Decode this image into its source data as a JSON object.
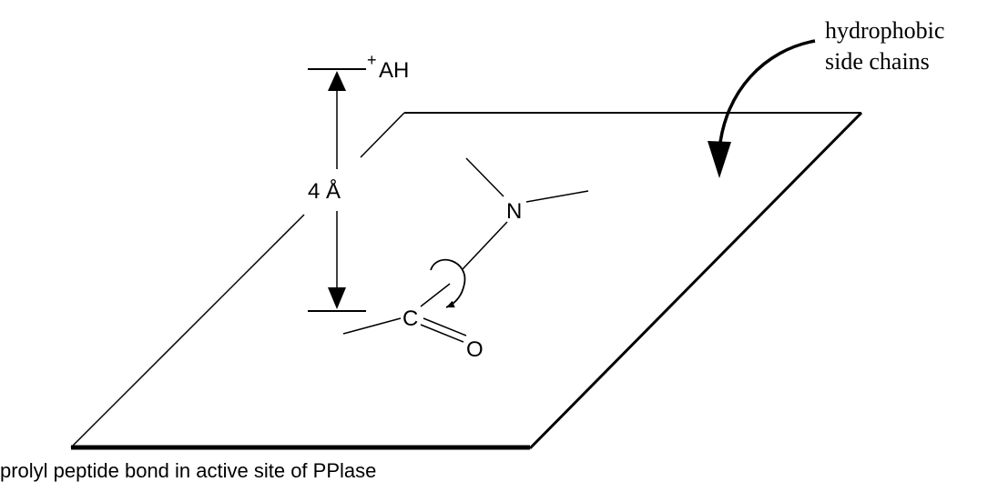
{
  "diagram": {
    "labels": {
      "acid_group": "AH",
      "acid_charge": "+",
      "distance": "4 Å",
      "nitrogen": "N",
      "carbon": "C",
      "oxygen": "O",
      "hydrophobic_line1": "hydrophobic",
      "hydrophobic_line2": "side chains"
    },
    "caption": "prolyl peptide bond in active site of PPlase"
  },
  "colors": {
    "ink": "#000000",
    "background": "#ffffff"
  }
}
